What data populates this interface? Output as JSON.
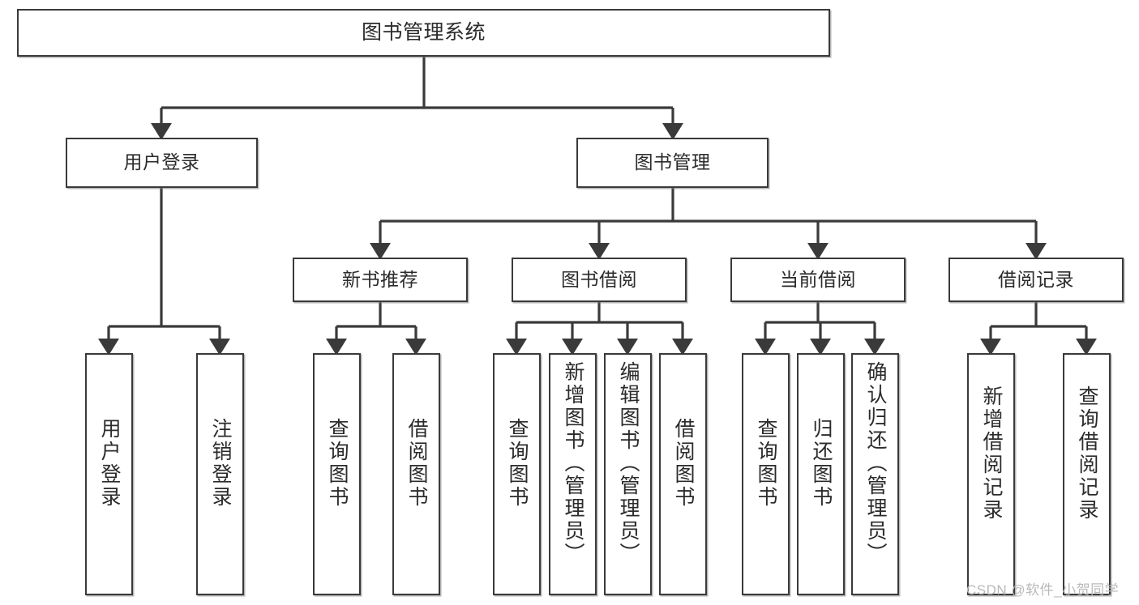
{
  "diagram": {
    "type": "tree-hierarchy-chart",
    "title": "图书管理系统",
    "watermark": "CSDN @软件_小贺同学",
    "colors": {
      "box_border": "#3a3a3a",
      "box_fill": "#ffffff",
      "connector": "#3a3a3a",
      "text": "#2b2b2b",
      "watermark": "#b9b9b9"
    },
    "nodes": {
      "root": {
        "label": "图书管理系统"
      },
      "level2": [
        {
          "id": "user-login",
          "label": "用户登录"
        },
        {
          "id": "book-management",
          "label": "图书管理"
        }
      ],
      "level3": [
        {
          "id": "new-book-recommend",
          "label": "新书推荐"
        },
        {
          "id": "book-borrow",
          "label": "图书借阅"
        },
        {
          "id": "current-borrow",
          "label": "当前借阅"
        },
        {
          "id": "borrow-record",
          "label": "借阅记录"
        }
      ],
      "leaves": {
        "user-login": [
          {
            "id": "leaf-user-login",
            "label": "用户登录"
          },
          {
            "id": "leaf-logout-login",
            "label": "注销登录"
          }
        ],
        "new-book-recommend": [
          {
            "id": "leaf-query-book-1",
            "label": "查询图书"
          },
          {
            "id": "leaf-borrow-book-1",
            "label": "借阅图书"
          }
        ],
        "book-borrow": [
          {
            "id": "leaf-query-book-2",
            "label": "查询图书"
          },
          {
            "id": "leaf-add-book",
            "label": "新增图书（管理员）"
          },
          {
            "id": "leaf-edit-book",
            "label": "编辑图书（管理员）"
          },
          {
            "id": "leaf-borrow-book-2",
            "label": "借阅图书"
          }
        ],
        "current-borrow": [
          {
            "id": "leaf-query-book-3",
            "label": "查询图书"
          },
          {
            "id": "leaf-return-book",
            "label": "归还图书"
          },
          {
            "id": "leaf-confirm-return",
            "label": "确认归还（管理员）"
          }
        ],
        "borrow-record": [
          {
            "id": "leaf-add-record",
            "label": "新增借阅记录"
          },
          {
            "id": "leaf-query-record",
            "label": "查询借阅记录"
          }
        ]
      }
    }
  }
}
